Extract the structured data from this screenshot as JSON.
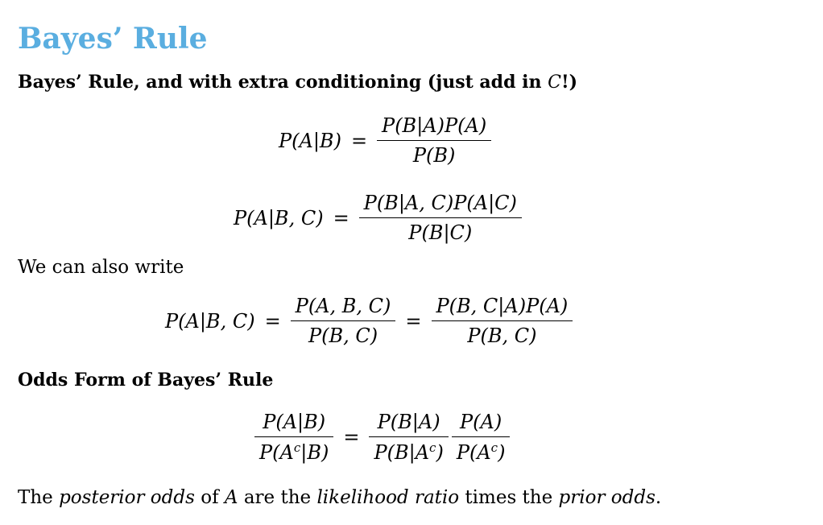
{
  "title": {
    "text": "Bayes’ Rule",
    "color": "#5aaee0"
  },
  "section1": {
    "heading_main": "Bayes’ Rule, and with extra conditioning (just add in ",
    "heading_var": "C",
    "heading_end": "!)"
  },
  "eq1": {
    "lhs": "P(A|B)",
    "rel": "=",
    "num": "P(B|A)P(A)",
    "den": "P(B)"
  },
  "eq2": {
    "lhs": "P(A|B, C)",
    "rel": "=",
    "num": "P(B|A, C)P(A|C)",
    "den": "P(B|C)"
  },
  "para1": "We can also write",
  "eq3": {
    "lhs": "P(A|B, C)",
    "rel1": "=",
    "num1": "P(A, B, C)",
    "den1": "P(B, C)",
    "rel2": "=",
    "num2": "P(B, C|A)P(A)",
    "den2": "P(B, C)"
  },
  "section2": {
    "heading": "Odds Form of Bayes’ Rule"
  },
  "eq4": {
    "lhs_num": "P(A|B)",
    "lhs_den": "P(A^c|B)",
    "rel": "=",
    "num1": "P(B|A)",
    "den1": "P(B|A^c)",
    "num2": "P(A)",
    "den2": "P(A^c)"
  },
  "para2": {
    "t1": "The ",
    "e1": "posterior odds",
    "t2": " of ",
    "v1": "A",
    "t3": " are the ",
    "e2": "likelihood ratio",
    "t4": " times the ",
    "e3": "prior odds",
    "t5": "."
  }
}
